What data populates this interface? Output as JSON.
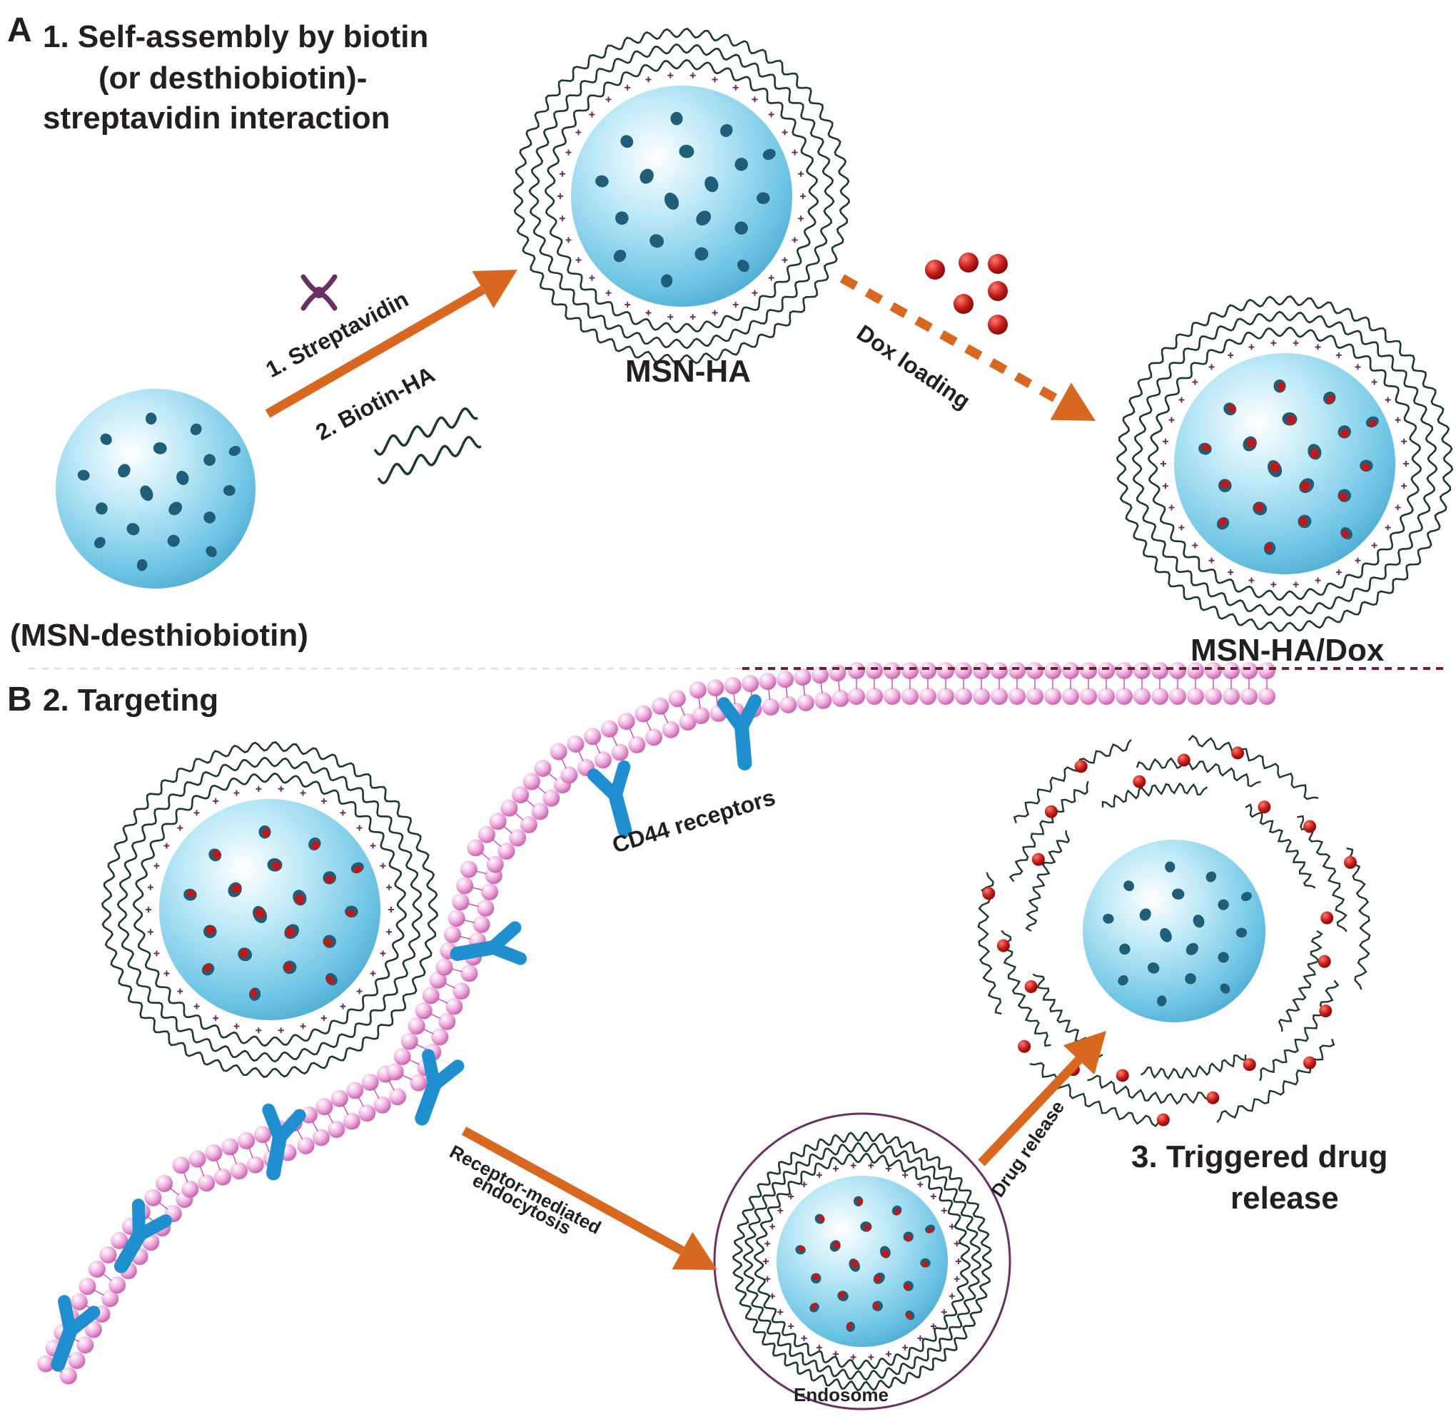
{
  "panel_a": {
    "letter": "A",
    "step_title": [
      "1. Self-assembly by biotin",
      "(or desthiobiotin)-",
      "streptavidin interaction"
    ],
    "start_particle_label": "(MSN-desthiobiotin)",
    "reagent_1": "1. Streptavidin",
    "reagent_2": "2. Biotin-HA",
    "middle_particle_label": "MSN-HA",
    "loading_label": "Dox loading",
    "final_particle_label": "MSN-HA/Dox"
  },
  "panel_b": {
    "letter": "B",
    "step_title": "2. Targeting",
    "receptor_label": "CD44 receptors",
    "endocytosis_label": [
      "Receptor-mediated",
      "endocytosis"
    ],
    "endosome_label": "Endosome",
    "release_arrow_label": "Drug release",
    "release_title": [
      "3. Triggered drug",
      "release"
    ]
  },
  "colors": {
    "sphere": "#7fd0ea",
    "pore": "#1f5d78",
    "dox": "#c01818",
    "arrow": "#d8671f",
    "ha_chain": "#1b3b2a",
    "membrane": "#e58fd0",
    "receptor": "#1f8fcf",
    "streptavidin": "#6b2f63",
    "divider": "#6b2233"
  }
}
